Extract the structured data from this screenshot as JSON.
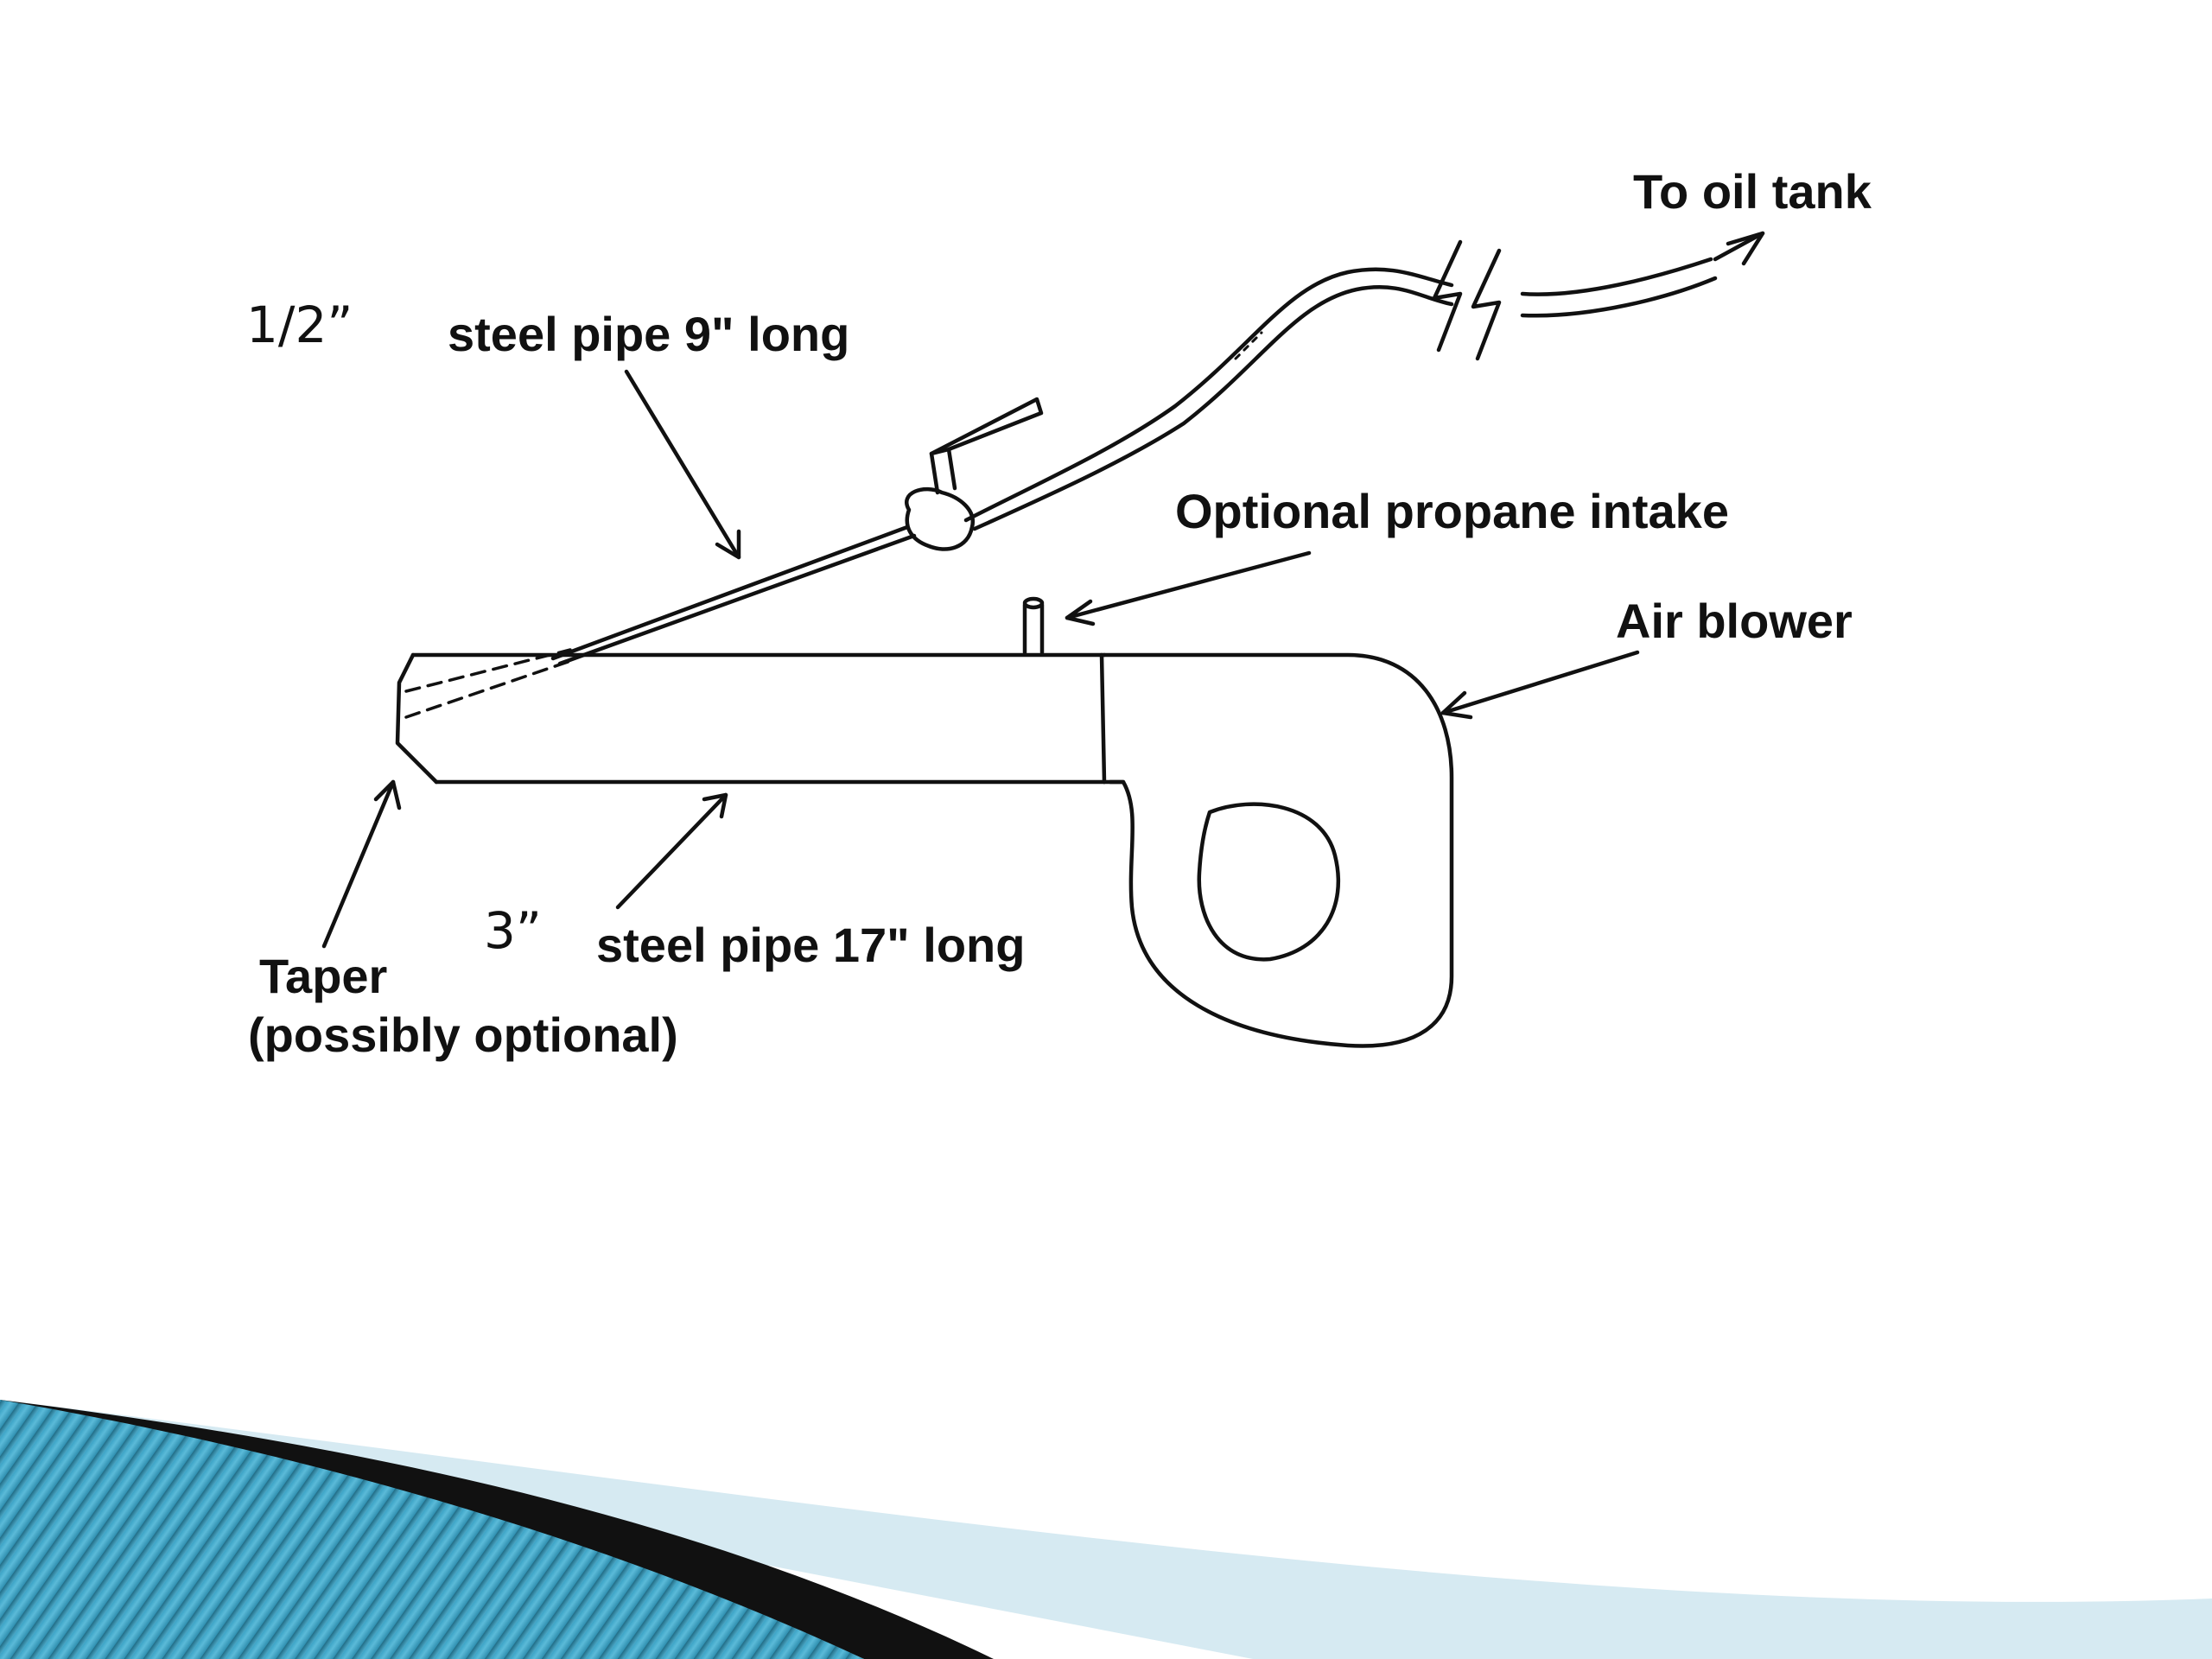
{
  "labels": {
    "oil_tank": "To oil tank",
    "steel_pipe_9": "steel pipe 9\" long",
    "propane": "Optional propane intake",
    "air_blower": "Air blower",
    "steel_pipe_17": "steel pipe 17\" long",
    "taper_line1": "Taper",
    "taper_line2": "(possibly optional)",
    "dim_half": "1/2”",
    "dim_three": "3”"
  },
  "colors": {
    "ink": "#111111",
    "accent_dark": "#0e5f7a",
    "accent_light": "#5bbad8",
    "accent_pale": "#d6eaf2"
  }
}
